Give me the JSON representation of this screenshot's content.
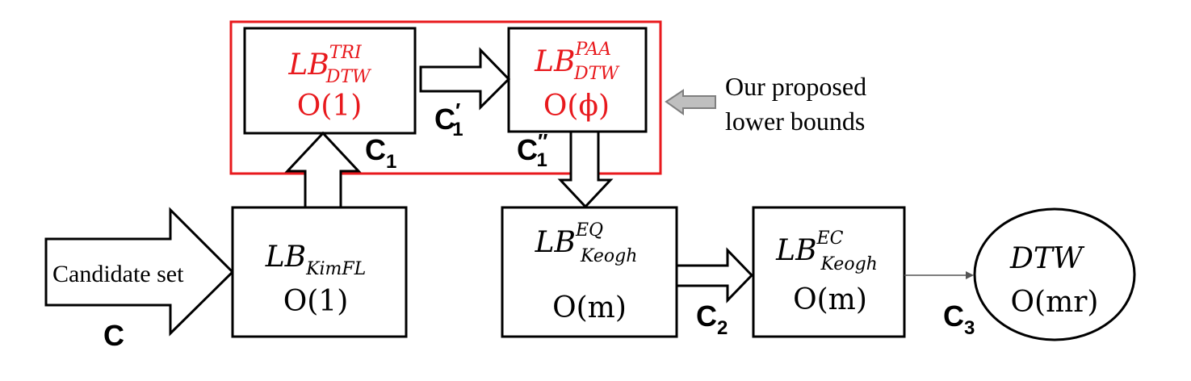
{
  "colors": {
    "highlight": "#e8191d",
    "ink": "#000000",
    "hint_arrow": "#bfbfbf"
  },
  "nodes": {
    "tri": {
      "base": "LB",
      "sup": "TRI",
      "sub": "DTW",
      "cost": "O(1)"
    },
    "paa": {
      "base": "LB",
      "sup": "PAA",
      "sub": "DTW",
      "cost": "O(ϕ)"
    },
    "kimfl": {
      "base": "LB",
      "sub": "KimFL",
      "cost": "O(1)"
    },
    "eq": {
      "base": "LB",
      "sup": "EQ",
      "sub": "Keogh",
      "cost": "O(m)"
    },
    "ec": {
      "base": "LB",
      "sup": "EC",
      "sub": "Keogh",
      "cost": "O(m)"
    },
    "dtw": {
      "name": "DTW",
      "cost": "O(mr)"
    }
  },
  "input_arrow": {
    "text": "Candidate set"
  },
  "edge_labels": {
    "c": {
      "base": "C"
    },
    "c1": {
      "base": "C",
      "sub": "1"
    },
    "c1p": {
      "base": "C",
      "prime": "′",
      "sub": "1"
    },
    "c1pp": {
      "base": "C",
      "prime": "″",
      "sub": "1"
    },
    "c2": {
      "base": "C",
      "sub": "2"
    },
    "c3": {
      "base": "C",
      "sub": "3"
    }
  },
  "callout": {
    "line1": "Our proposed",
    "line2": "lower bounds",
    "icon": "left-arrow-icon"
  }
}
